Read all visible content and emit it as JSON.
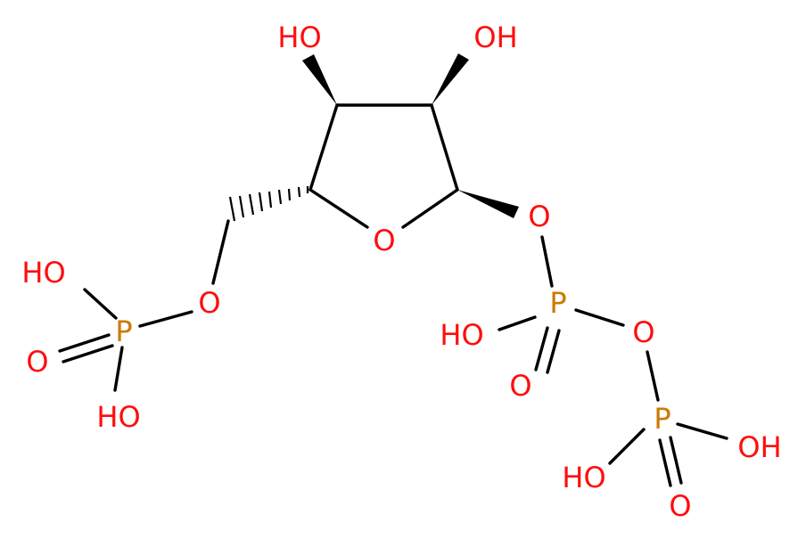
{
  "colors": {
    "bond": "#000000",
    "O": "#ff0d0d",
    "P": "#cc7a00"
  },
  "atoms": {
    "oh_c3": "HO",
    "oh_c2": "OH",
    "o_ring": "O",
    "o_c5": "O",
    "p1": "P",
    "p1_oh": "HO",
    "p1_dbl_o": "O",
    "p1_oh_bottom": "HO",
    "o_c1": "O",
    "p2": "P",
    "p2_oh": "HO",
    "p2_dbl_o": "O",
    "o_bridge": "O",
    "p3": "P",
    "p3_oh_right": "OH",
    "p3_oh_left": "HO",
    "p3_dbl_o": "O"
  }
}
